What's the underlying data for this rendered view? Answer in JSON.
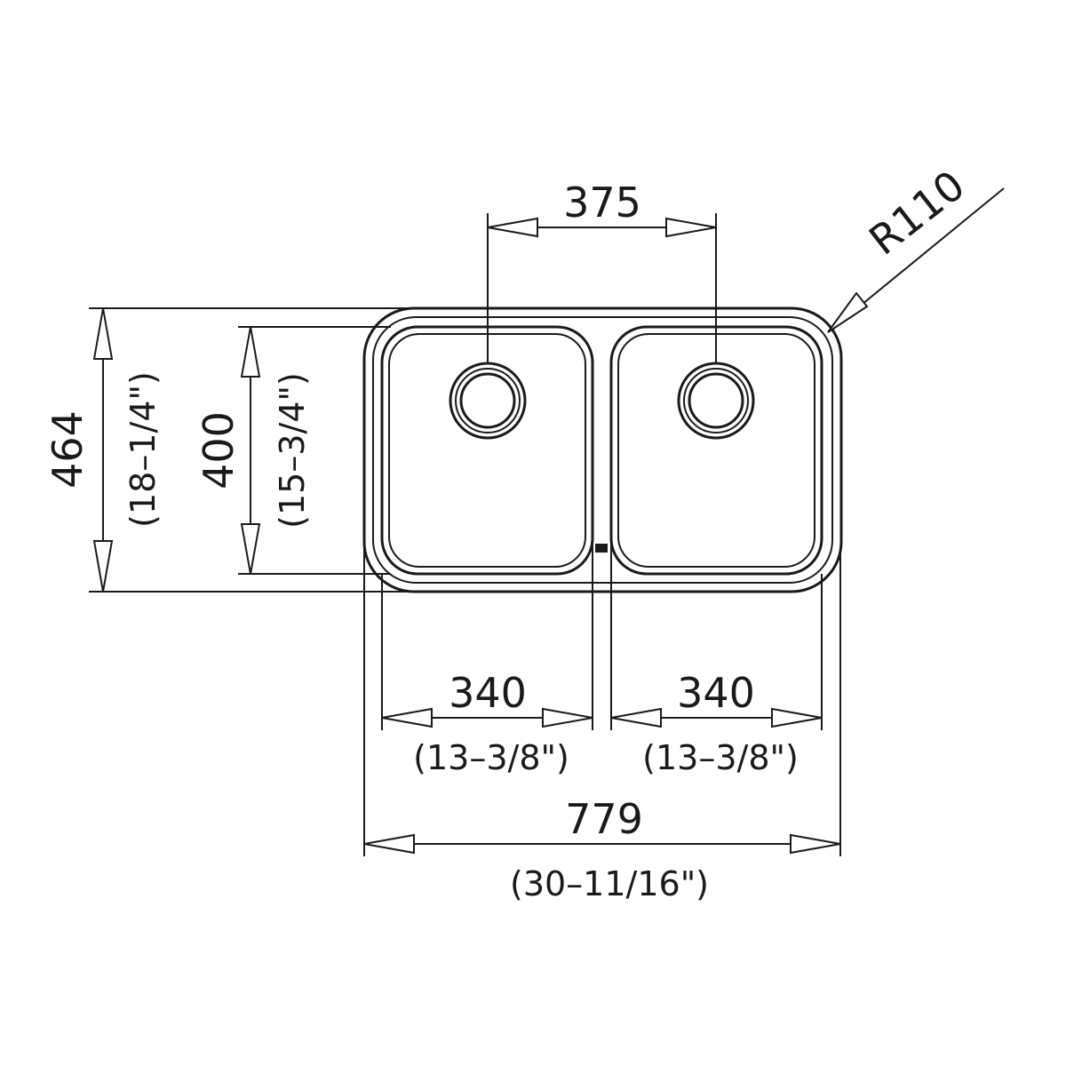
{
  "dimensions": {
    "drain_spacing": {
      "value": "375"
    },
    "corner_radius": {
      "value": "R110"
    },
    "overall_depth": {
      "value": "464",
      "imperial": "(18–1/4\")"
    },
    "bowl_depth": {
      "value": "400",
      "imperial": "(15–3/4\")"
    },
    "left_bowl_width": {
      "value": "340",
      "imperial": "(13–3/8\")"
    },
    "right_bowl_width": {
      "value": "340",
      "imperial": "(13–3/8\")"
    },
    "overall_width": {
      "value": "779",
      "imperial": "(30–11/16\")"
    }
  },
  "colors": {
    "line": "#1a1a1a",
    "background": "#ffffff"
  }
}
